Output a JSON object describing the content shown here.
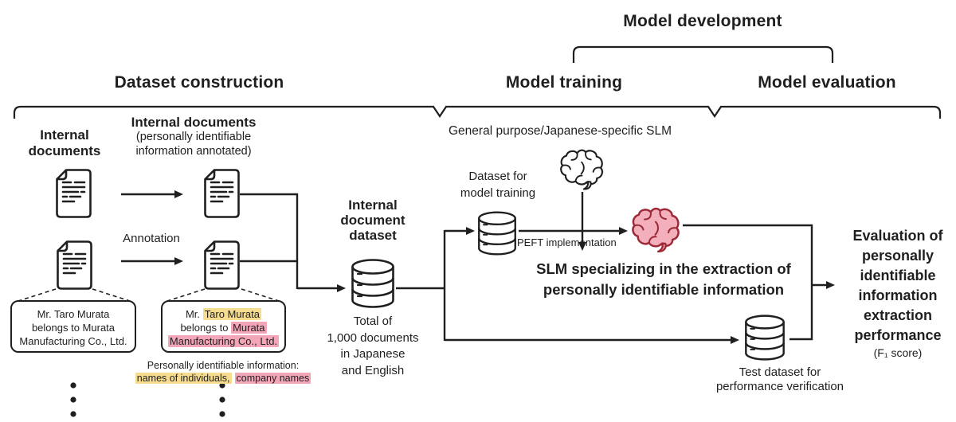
{
  "colors": {
    "ink": "#1F1F1F",
    "highlight_yellow": "#F6DC8E",
    "highlight_pink": "#F3A6B8",
    "brain_pink_fill": "#F4AFBC",
    "brain_pink_stroke": "#9C2937"
  },
  "icons": {
    "document": "document-icon",
    "database": "database-icon",
    "brain_plain": "slm-brain-icon",
    "brain_trained": "trained-slm-brain-icon"
  },
  "headers": {
    "model_development": "Model development",
    "dataset_construction": "Dataset construction",
    "model_training": "Model training",
    "model_evaluation": "Model evaluation"
  },
  "left": {
    "col1_title": "Internal\ndocuments",
    "col2_title_bold": "Internal documents",
    "col2_title_sub": "(personally identifiable\ninformation annotated)",
    "annotation_label": "Annotation",
    "callout_plain": "Mr. Taro Murata\nbelongs to Murata\nManufacturing Co., Ltd.",
    "callout_annotated": {
      "l1_pre": "Mr. ",
      "l1_hl": "Taro Murata",
      "l2_pre": "belongs to ",
      "l2_hl": "Murata",
      "l3_hl": "Manufacturing Co., Ltd."
    },
    "pii_note_title": "Personally identifiable information:",
    "pii_note_yellow": "names of individuals,",
    "pii_note_pink": "company names"
  },
  "center": {
    "dataset_title": "Internal\ndocument\ndataset",
    "dataset_caption": "Total of\n1,000 documents\nin Japanese\nand English"
  },
  "training": {
    "slm_label": "General purpose/Japanese-specific SLM",
    "train_db_label": "Dataset for\nmodel training",
    "peft_label": "PEFT implementation",
    "slm_bold": "SLM specializing in the extraction of\npersonally identifiable information"
  },
  "evaluation": {
    "test_db_label": "Test dataset for\nperformance verification",
    "result_bold": "Evaluation of\npersonally\nidentifiable\ninformation\nextraction\nperformance",
    "result_sub": "(F₁ score)"
  }
}
